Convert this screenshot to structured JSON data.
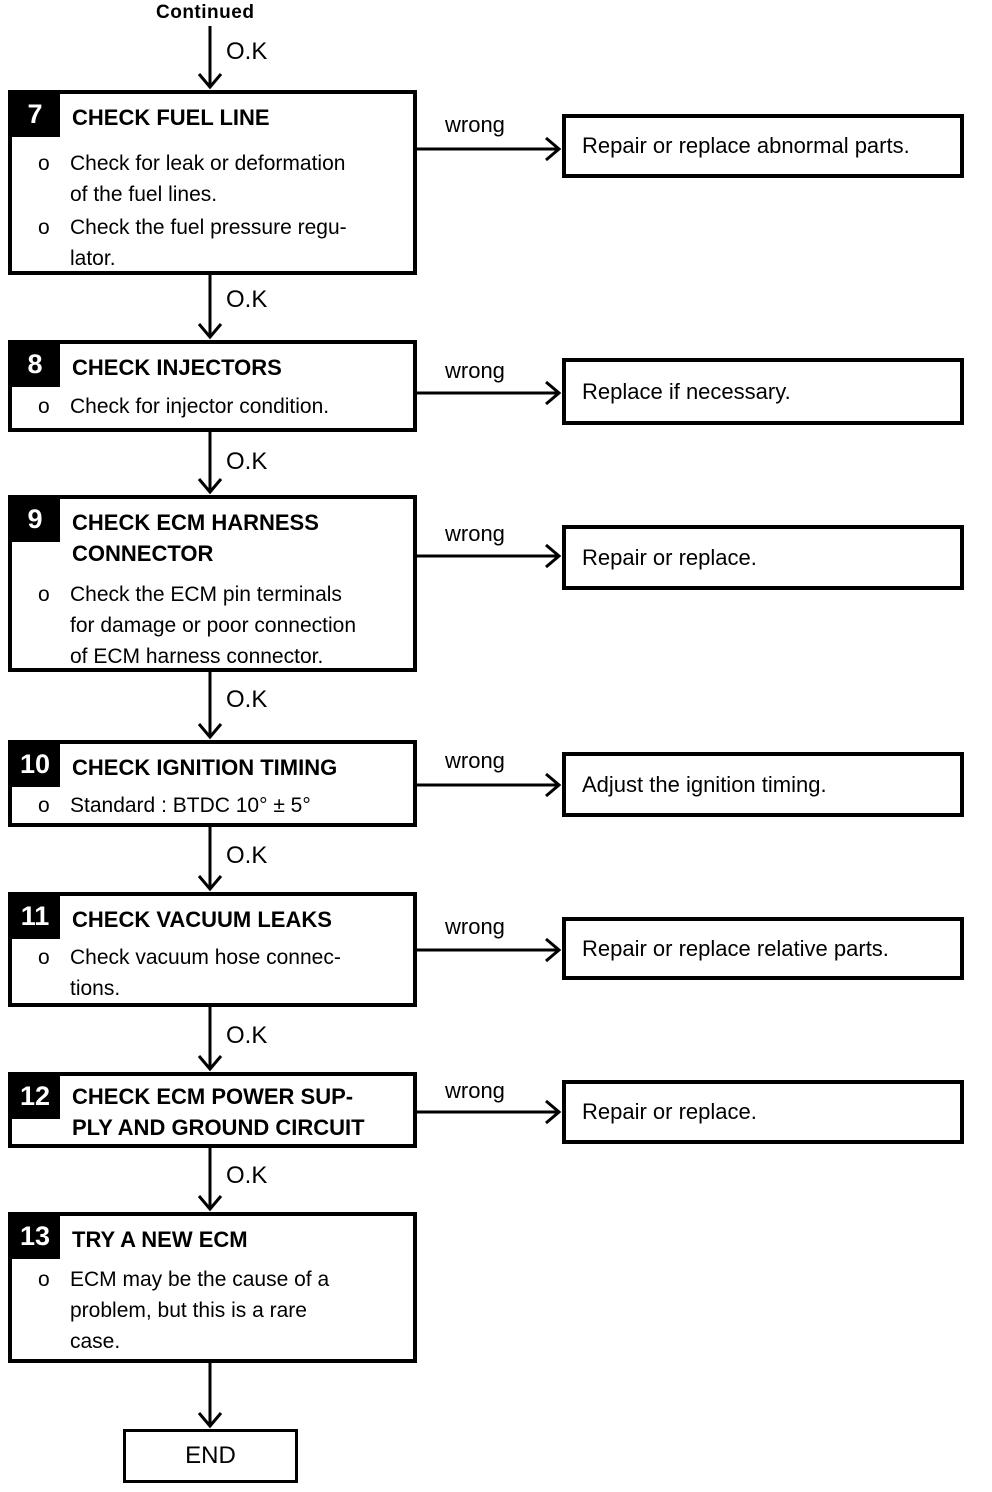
{
  "labels": {
    "continued": "Continued",
    "ok": "O.K",
    "wrong": "wrong",
    "end": "END",
    "bullet_marker": "o"
  },
  "colors": {
    "ink": "#000000",
    "paper": "#ffffff"
  },
  "steps": [
    {
      "number": "7",
      "title": "CHECK FUEL LINE",
      "bullets": [
        "Check for leak or deformation\nof the fuel lines.",
        "Check the fuel pressure regu-\nlator."
      ],
      "action": "Repair or replace abnormal parts."
    },
    {
      "number": "8",
      "title": "CHECK INJECTORS",
      "bullets": [
        "Check for injector condition."
      ],
      "action": "Replace if necessary."
    },
    {
      "number": "9",
      "title": "CHECK ECM HARNESS\nCONNECTOR",
      "bullets": [
        "Check the ECM pin terminals\nfor damage or poor connection\nof ECM harness connector."
      ],
      "action": "Repair or replace."
    },
    {
      "number": "10",
      "title": "CHECK IGNITION TIMING",
      "bullets": [
        "Standard : BTDC 10° ± 5°"
      ],
      "action": "Adjust the ignition timing."
    },
    {
      "number": "11",
      "title": "CHECK VACUUM LEAKS",
      "bullets": [
        "Check vacuum hose connec-\ntions."
      ],
      "action": "Repair or replace relative parts."
    },
    {
      "number": "12",
      "title": "CHECK ECM POWER SUP-\nPLY AND GROUND CIRCUIT",
      "bullets": [],
      "action": "Repair or replace."
    },
    {
      "number": "13",
      "title": "TRY A NEW ECM",
      "bullets": [
        "ECM may be the cause of a\nproblem, but this is a rare\ncase."
      ],
      "action": ""
    }
  ]
}
